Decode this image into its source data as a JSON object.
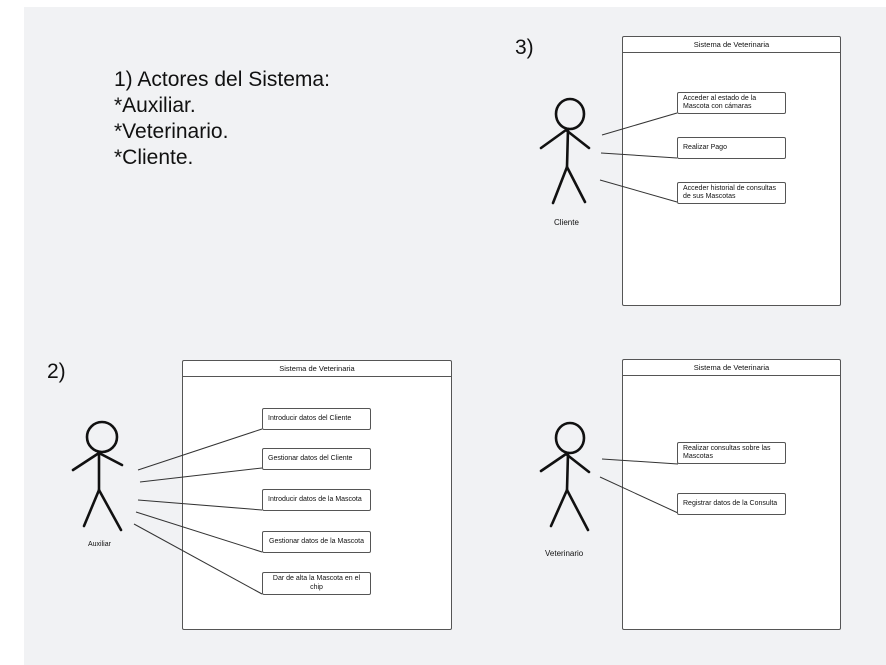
{
  "intro": {
    "lines": [
      "1) Actores del Sistema:",
      "*Auxiliar.",
      "*Veterinario.",
      "*Cliente."
    ]
  },
  "steps": {
    "two": "2)",
    "three": "3)"
  },
  "diagrams": {
    "cliente": {
      "system_title": "Sistema de Veterinaria",
      "actor": "Cliente",
      "use_cases": [
        "Acceder al estado de la Mascota con cámaras",
        "Realizar Pago",
        "Acceder historial de consultas de sus Mascotas"
      ]
    },
    "auxiliar": {
      "system_title": "Sistema de Veterinaria",
      "actor": "Auxiliar",
      "use_cases": [
        "Introducir datos del Cliente",
        "Gestionar datos del Cliente",
        "Introducir datos de la Mascota",
        "Gestionar datos de la Mascota",
        "Dar de alta la Mascota en el chip"
      ]
    },
    "veterinario": {
      "system_title": "Sistema de Veterinaria",
      "actor": "Veterinario",
      "use_cases": [
        "Realizar consultas sobre las Mascotas",
        "Registrar datos de la Consulta"
      ]
    }
  }
}
